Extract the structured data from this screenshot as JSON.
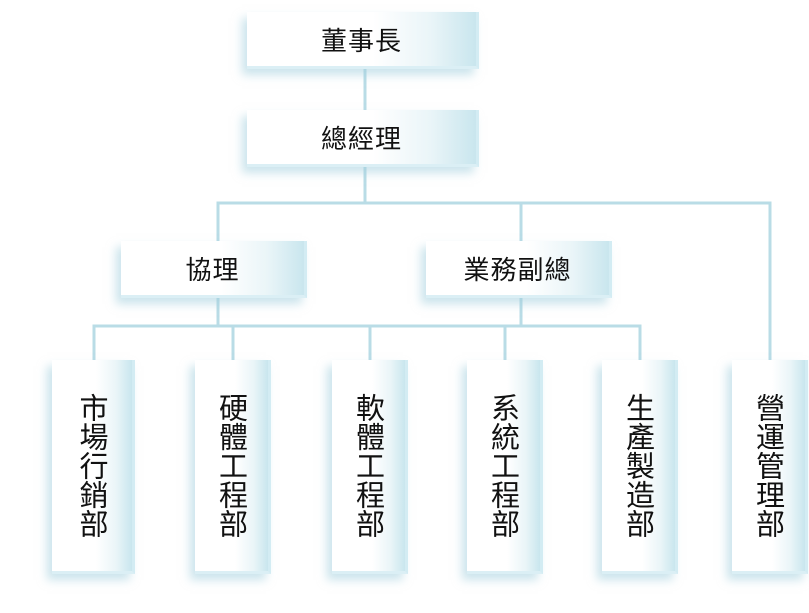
{
  "org_chart": {
    "chairman": "董事長",
    "general_manager": "總經理",
    "assistant_manager": "協理",
    "business_vp": "業務副總",
    "departments": [
      "市場行銷部",
      "硬體工程部",
      "軟體工程部",
      "系統工程部",
      "生產製造部",
      "營運管理部"
    ]
  },
  "colors": {
    "connector": "#b9dce6",
    "box_edge": "#c9e6ee"
  }
}
